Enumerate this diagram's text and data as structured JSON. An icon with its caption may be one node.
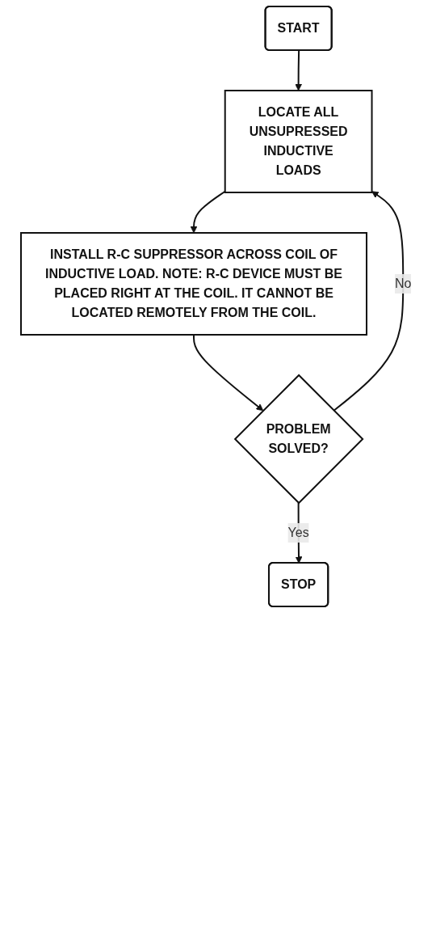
{
  "diagram": {
    "nodes": [
      {
        "text": [
          "START"
        ]
      },
      {
        "text": [
          "LOCATE ALL UNSUPRESSED INDUCTIVE LOADS"
        ]
      },
      {
        "text": [
          "INSTALL R-C SUPPRESSOR ACROSS COIL OF INDUCTIVE LOAD. NOTE: R-C DEVICE MUST BE PLACED RIGHT AT THE COIL. IT CANNOT BE LOCATED REMOTELY FROM THE COIL."
        ]
      },
      {
        "text": [
          "PROBLEM SOLVED?"
        ]
      },
      {
        "text": [
          "STOP"
        ]
      }
    ],
    "edges": [
      {
        "from": 0,
        "to": 1,
        "arrow": "to"
      },
      {
        "from": 1,
        "to": 2,
        "arrow": "to"
      },
      {
        "from": 2,
        "to": 3,
        "arrow": "to"
      },
      {
        "from": 3,
        "to": 1,
        "label": "No",
        "arrow": "to"
      },
      {
        "from": 3,
        "to": 4,
        "label": "Yes",
        "arrow": "to"
      }
    ]
  }
}
